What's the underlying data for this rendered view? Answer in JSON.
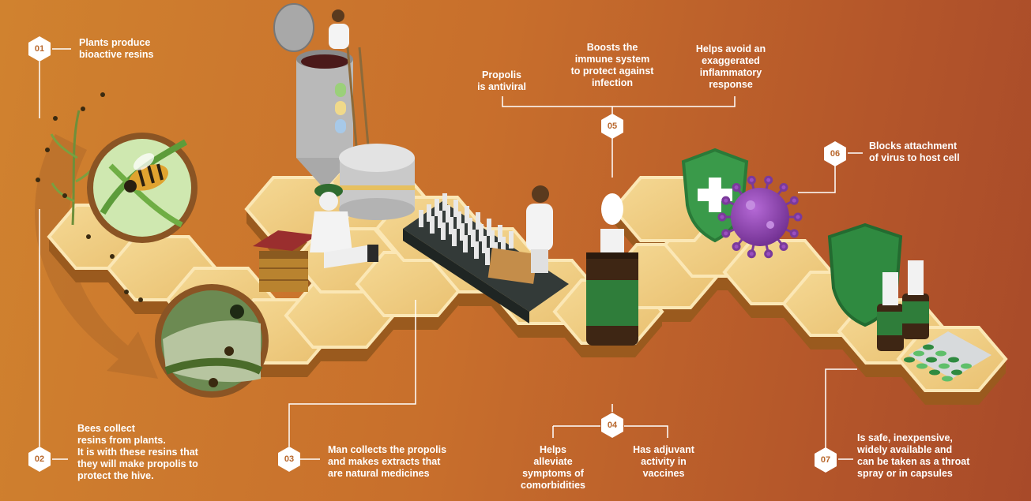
{
  "steps": [
    {
      "num": "01",
      "text": "Plants produce\nbioactive resins"
    },
    {
      "num": "02",
      "text": "Bees collect\nresins from plants.\nIt is with these resins that\nthey will make propolis to\nprotect the hive."
    },
    {
      "num": "03",
      "text": "Man collects the propolis\nand makes extracts that\nare natural medicines"
    },
    {
      "num": "04",
      "benefits": [
        "Helps\nalleviate\nsymptoms of\ncomorbidities",
        "Has adjuvant\nactivity in\nvaccines"
      ]
    },
    {
      "num": "05",
      "benefits": [
        "Propolis\nis antiviral",
        "Boosts the\nimmune system\nto protect against\ninfection",
        "Helps avoid an\nexaggerated\ninflammatory\nresponse"
      ]
    },
    {
      "num": "06",
      "text": "Blocks attachment\nof virus to host cell"
    },
    {
      "num": "07",
      "text": "Is safe, inexpensive,\nwidely available and\ncan be taken as a throat\nspray or in capsules"
    }
  ],
  "icons": [
    "bee-icon",
    "beehive-icon",
    "beekeeper-icon",
    "extraction-tank-icon",
    "conveyor-belt-icon",
    "worker-icon",
    "dropper-bottle-icon",
    "shield-cross-icon",
    "virus-icon",
    "spray-bottle-icon",
    "capsule-blister-icon"
  ],
  "colors": {
    "background": "#c8702c",
    "hex_top": "#f2d08a",
    "hex_side": "#9a5a1e",
    "bottle_green": "#2f7d3a",
    "virus": "#8e44ad",
    "shield": "#3a9a4a"
  }
}
